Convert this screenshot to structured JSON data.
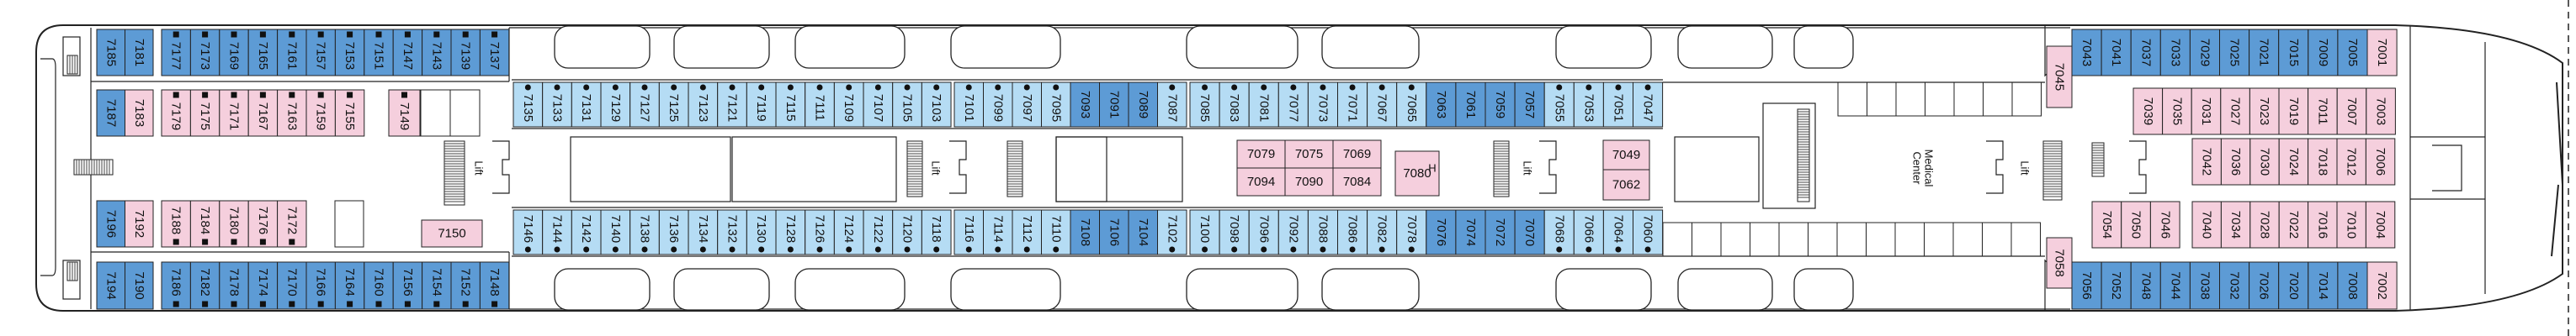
{
  "deck_plan": {
    "labels": {
      "lift": "Lift",
      "medical_center_line1": "Medical",
      "medical_center_line2": "Center",
      "handicap": "H"
    },
    "colors": {
      "dark": "#5d9bd5",
      "light": "#b5dcf4",
      "pink": "#f5cfdd",
      "line": "#222222"
    },
    "rows": {
      "aft_top": [
        {
          "no": "7185",
          "type": "dark"
        },
        {
          "no": "7181",
          "type": "dark"
        },
        {
          "no": "7177",
          "type": "dark",
          "mark": "square"
        },
        {
          "no": "7173",
          "type": "dark",
          "mark": "square"
        },
        {
          "no": "7169",
          "type": "dark",
          "mark": "square"
        },
        {
          "no": "7165",
          "type": "dark",
          "mark": "square"
        },
        {
          "no": "7161",
          "type": "dark",
          "mark": "square"
        },
        {
          "no": "7157",
          "type": "dark",
          "mark": "square"
        },
        {
          "no": "7153",
          "type": "dark",
          "mark": "square"
        },
        {
          "no": "7151",
          "type": "dark",
          "mark": "square"
        },
        {
          "no": "7147",
          "type": "dark",
          "mark": "square"
        },
        {
          "no": "7143",
          "type": "dark",
          "mark": "square"
        },
        {
          "no": "7139",
          "type": "dark",
          "mark": "square"
        },
        {
          "no": "7137",
          "type": "dark",
          "mark": "square"
        }
      ],
      "aft_inner_top": [
        {
          "no": "7187",
          "type": "dark"
        },
        {
          "no": "7183",
          "type": "pink"
        },
        {
          "no": "7179",
          "type": "pink",
          "mark": "square"
        },
        {
          "no": "7175",
          "type": "pink",
          "mark": "square"
        },
        {
          "no": "7171",
          "type": "pink",
          "mark": "square"
        },
        {
          "no": "7167",
          "type": "pink",
          "mark": "square"
        },
        {
          "no": "7163",
          "type": "pink",
          "mark": "square"
        },
        {
          "no": "7159",
          "type": "pink",
          "mark": "square"
        },
        {
          "no": "7155",
          "type": "pink",
          "mark": "square"
        },
        {
          "no": "7149",
          "type": "pink",
          "mark": "square"
        }
      ],
      "aft_inner_bottom": [
        {
          "no": "7196",
          "type": "dark"
        },
        {
          "no": "7192",
          "type": "pink"
        },
        {
          "no": "7188",
          "type": "pink",
          "mark": "square"
        },
        {
          "no": "7184",
          "type": "pink",
          "mark": "square"
        },
        {
          "no": "7180",
          "type": "pink",
          "mark": "square"
        },
        {
          "no": "7176",
          "type": "pink",
          "mark": "square"
        },
        {
          "no": "7172",
          "type": "pink",
          "mark": "square"
        }
      ],
      "aft_bottom": [
        {
          "no": "7194",
          "type": "dark"
        },
        {
          "no": "7190",
          "type": "dark"
        },
        {
          "no": "7186",
          "type": "dark",
          "mark": "square"
        },
        {
          "no": "7182",
          "type": "dark",
          "mark": "square"
        },
        {
          "no": "7178",
          "type": "dark",
          "mark": "square"
        },
        {
          "no": "7174",
          "type": "dark",
          "mark": "square"
        },
        {
          "no": "7170",
          "type": "dark",
          "mark": "square"
        },
        {
          "no": "7166",
          "type": "dark",
          "mark": "square"
        },
        {
          "no": "7164",
          "type": "dark",
          "mark": "square"
        },
        {
          "no": "7160",
          "type": "dark",
          "mark": "square"
        },
        {
          "no": "7156",
          "type": "dark",
          "mark": "square"
        },
        {
          "no": "7154",
          "type": "dark",
          "mark": "square"
        },
        {
          "no": "7152",
          "type": "dark",
          "mark": "square"
        },
        {
          "no": "7148",
          "type": "dark",
          "mark": "square"
        }
      ],
      "mid_top": [
        {
          "no": "7135",
          "type": "light",
          "mark": "dot"
        },
        {
          "no": "7133",
          "type": "light",
          "mark": "dot"
        },
        {
          "no": "7131",
          "type": "light",
          "mark": "dot"
        },
        {
          "no": "7129",
          "type": "light",
          "mark": "dot"
        },
        {
          "no": "7127",
          "type": "light",
          "mark": "dot"
        },
        {
          "no": "7125",
          "type": "light",
          "mark": "dot"
        },
        {
          "no": "7123",
          "type": "light",
          "mark": "dot"
        },
        {
          "no": "7121",
          "type": "light",
          "mark": "dot"
        },
        {
          "no": "7119",
          "type": "light",
          "mark": "dot"
        },
        {
          "no": "7115",
          "type": "light",
          "mark": "dot"
        },
        {
          "no": "7111",
          "type": "light",
          "mark": "dot"
        },
        {
          "no": "7109",
          "type": "light",
          "mark": "dot"
        },
        {
          "no": "7107",
          "type": "light",
          "mark": "dot"
        },
        {
          "no": "7105",
          "type": "light",
          "mark": "dot"
        },
        {
          "no": "7103",
          "type": "light",
          "mark": "dot"
        },
        {
          "no": "7101",
          "type": "light",
          "mark": "dot"
        },
        {
          "no": "7099",
          "type": "light",
          "mark": "dot"
        },
        {
          "no": "7097",
          "type": "light",
          "mark": "dot"
        },
        {
          "no": "7095",
          "type": "light",
          "mark": "dot"
        },
        {
          "no": "7093",
          "type": "dark"
        },
        {
          "no": "7091",
          "type": "dark"
        },
        {
          "no": "7089",
          "type": "dark"
        },
        {
          "no": "7087",
          "type": "light",
          "mark": "dot"
        },
        {
          "no": "7085",
          "type": "light",
          "mark": "dot"
        },
        {
          "no": "7083",
          "type": "light",
          "mark": "dot"
        },
        {
          "no": "7081",
          "type": "light",
          "mark": "dot"
        },
        {
          "no": "7077",
          "type": "light",
          "mark": "dot"
        },
        {
          "no": "7073",
          "type": "light",
          "mark": "dot"
        },
        {
          "no": "7071",
          "type": "light",
          "mark": "dot"
        },
        {
          "no": "7067",
          "type": "light",
          "mark": "dot"
        },
        {
          "no": "7065",
          "type": "light",
          "mark": "dot"
        },
        {
          "no": "7063",
          "type": "dark"
        },
        {
          "no": "7061",
          "type": "dark"
        },
        {
          "no": "7059",
          "type": "dark"
        },
        {
          "no": "7057",
          "type": "dark"
        },
        {
          "no": "7055",
          "type": "light",
          "mark": "dot"
        },
        {
          "no": "7053",
          "type": "light",
          "mark": "dot"
        },
        {
          "no": "7051",
          "type": "light",
          "mark": "dot"
        },
        {
          "no": "7047",
          "type": "light",
          "mark": "dot"
        }
      ],
      "mid_bottom": [
        {
          "no": "7146",
          "type": "light",
          "mark": "dot"
        },
        {
          "no": "7144",
          "type": "light",
          "mark": "dot"
        },
        {
          "no": "7142",
          "type": "light",
          "mark": "dot"
        },
        {
          "no": "7140",
          "type": "light",
          "mark": "dot"
        },
        {
          "no": "7138",
          "type": "light",
          "mark": "dot"
        },
        {
          "no": "7136",
          "type": "light",
          "mark": "dot"
        },
        {
          "no": "7134",
          "type": "light",
          "mark": "dot"
        },
        {
          "no": "7132",
          "type": "light",
          "mark": "dot"
        },
        {
          "no": "7130",
          "type": "light",
          "mark": "dot"
        },
        {
          "no": "7128",
          "type": "light",
          "mark": "dot"
        },
        {
          "no": "7126",
          "type": "light",
          "mark": "dot"
        },
        {
          "no": "7124",
          "type": "light",
          "mark": "dot"
        },
        {
          "no": "7122",
          "type": "light",
          "mark": "dot"
        },
        {
          "no": "7120",
          "type": "light",
          "mark": "dot"
        },
        {
          "no": "7118",
          "type": "light",
          "mark": "dot"
        },
        {
          "no": "7116",
          "type": "light",
          "mark": "dot"
        },
        {
          "no": "7114",
          "type": "light",
          "mark": "dot"
        },
        {
          "no": "7112",
          "type": "light",
          "mark": "dot"
        },
        {
          "no": "7110",
          "type": "light",
          "mark": "dot"
        },
        {
          "no": "7108",
          "type": "dark"
        },
        {
          "no": "7106",
          "type": "dark"
        },
        {
          "no": "7104",
          "type": "dark"
        },
        {
          "no": "7102",
          "type": "light",
          "mark": "dot"
        },
        {
          "no": "7100",
          "type": "light",
          "mark": "dot"
        },
        {
          "no": "7098",
          "type": "light",
          "mark": "dot"
        },
        {
          "no": "7096",
          "type": "light",
          "mark": "dot"
        },
        {
          "no": "7092",
          "type": "light",
          "mark": "dot"
        },
        {
          "no": "7088",
          "type": "light",
          "mark": "dot"
        },
        {
          "no": "7086",
          "type": "light",
          "mark": "dot"
        },
        {
          "no": "7082",
          "type": "light",
          "mark": "dot"
        },
        {
          "no": "7078",
          "type": "light",
          "mark": "dot"
        },
        {
          "no": "7076",
          "type": "dark"
        },
        {
          "no": "7074",
          "type": "dark"
        },
        {
          "no": "7072",
          "type": "dark"
        },
        {
          "no": "7070",
          "type": "dark"
        },
        {
          "no": "7068",
          "type": "light",
          "mark": "dot"
        },
        {
          "no": "7066",
          "type": "light",
          "mark": "dot"
        },
        {
          "no": "7064",
          "type": "light",
          "mark": "dot"
        },
        {
          "no": "7060",
          "type": "light",
          "mark": "dot"
        }
      ],
      "fwd_top": [
        {
          "no": "7043",
          "type": "dark"
        },
        {
          "no": "7041",
          "type": "dark"
        },
        {
          "no": "7037",
          "type": "dark"
        },
        {
          "no": "7033",
          "type": "dark"
        },
        {
          "no": "7029",
          "type": "dark"
        },
        {
          "no": "7025",
          "type": "dark"
        },
        {
          "no": "7021",
          "type": "dark"
        },
        {
          "no": "7015",
          "type": "dark"
        },
        {
          "no": "7009",
          "type": "dark"
        },
        {
          "no": "7005",
          "type": "dark"
        },
        {
          "no": "7001",
          "type": "pink"
        }
      ],
      "fwd_inner_1": [
        {
          "no": "7039",
          "type": "pink"
        },
        {
          "no": "7035",
          "type": "pink"
        },
        {
          "no": "7031",
          "type": "pink"
        },
        {
          "no": "7027",
          "type": "pink"
        },
        {
          "no": "7023",
          "type": "pink"
        },
        {
          "no": "7019",
          "type": "pink"
        },
        {
          "no": "7011",
          "type": "pink"
        },
        {
          "no": "7007",
          "type": "pink"
        },
        {
          "no": "7003",
          "type": "pink"
        }
      ],
      "fwd_inner_2": [
        {
          "no": "7042",
          "type": "pink"
        },
        {
          "no": "7036",
          "type": "pink"
        },
        {
          "no": "7030",
          "type": "pink"
        },
        {
          "no": "7024",
          "type": "pink"
        },
        {
          "no": "7018",
          "type": "pink"
        },
        {
          "no": "7012",
          "type": "pink"
        },
        {
          "no": "7006",
          "type": "pink"
        }
      ],
      "fwd_inner_3": [
        {
          "no": "7054",
          "type": "pink"
        },
        {
          "no": "7050",
          "type": "pink"
        },
        {
          "no": "7046",
          "type": "pink"
        },
        {
          "no": "7040",
          "type": "pink"
        },
        {
          "no": "7034",
          "type": "pink"
        },
        {
          "no": "7028",
          "type": "pink"
        },
        {
          "no": "7022",
          "type": "pink"
        },
        {
          "no": "7016",
          "type": "pink"
        },
        {
          "no": "7010",
          "type": "pink"
        },
        {
          "no": "7004",
          "type": "pink"
        }
      ],
      "fwd_bottom": [
        {
          "no": "7056",
          "type": "dark"
        },
        {
          "no": "7052",
          "type": "dark"
        },
        {
          "no": "7048",
          "type": "dark"
        },
        {
          "no": "7044",
          "type": "dark"
        },
        {
          "no": "7038",
          "type": "dark"
        },
        {
          "no": "7032",
          "type": "dark"
        },
        {
          "no": "7026",
          "type": "dark"
        },
        {
          "no": "7020",
          "type": "dark"
        },
        {
          "no": "7014",
          "type": "dark"
        },
        {
          "no": "7008",
          "type": "dark"
        },
        {
          "no": "7002",
          "type": "pink"
        }
      ]
    },
    "center_block": [
      {
        "no": "7079",
        "type": "pink"
      },
      {
        "no": "7075",
        "type": "pink"
      },
      {
        "no": "7069",
        "type": "pink"
      },
      {
        "no": "7094",
        "type": "pink"
      },
      {
        "no": "7090",
        "type": "pink"
      },
      {
        "no": "7084",
        "type": "pink"
      }
    ],
    "singles": [
      {
        "no": "7150",
        "type": "pink"
      },
      {
        "no": "7080",
        "type": "pink",
        "accessible": true
      },
      {
        "no": "7049",
        "type": "pink"
      },
      {
        "no": "7062",
        "type": "pink"
      },
      {
        "no": "7045",
        "type": "pink"
      },
      {
        "no": "7058",
        "type": "pink"
      }
    ]
  }
}
